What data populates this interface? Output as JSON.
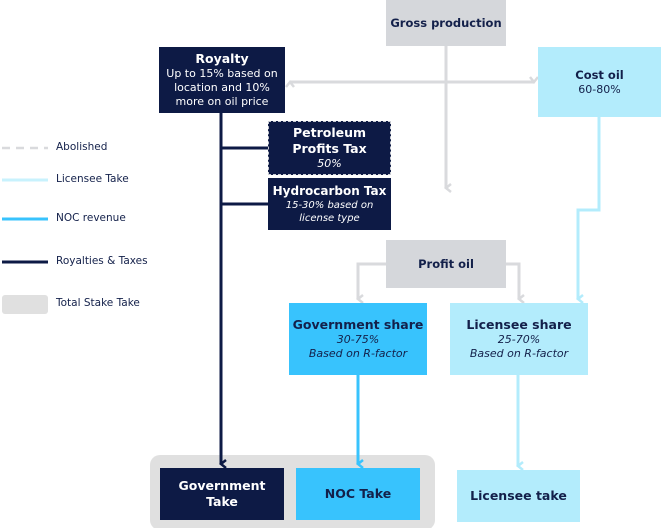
{
  "legend": {
    "abolished": "Abolished",
    "licensee_take": "Licensee Take",
    "noc_revenue": "NOC revenue",
    "royalties_taxes": "Royalties & Taxes",
    "total_stake_take": "Total Stake Take"
  },
  "colors": {
    "navy": "#0d1a45",
    "noc": "#38c3fd",
    "licensee": "#b3ecfc",
    "gray": "#d5d7db",
    "stake": "#e0e0e0"
  },
  "nodes": {
    "gross": {
      "title": "Gross production"
    },
    "royalty": {
      "title": "Royalty",
      "detail": "Up to 15% based on location and 10% more on oil price"
    },
    "cost_oil": {
      "title": "Cost oil",
      "detail": "60-80%"
    },
    "ppt": {
      "title": "Petroleum Profits Tax",
      "detail": "50%"
    },
    "hct": {
      "title": "Hydrocarbon Tax",
      "detail": "15-30% based on license type"
    },
    "profit_oil": {
      "title": "Profit oil"
    },
    "gov_share": {
      "title": "Government share",
      "detail1": "30-75%",
      "detail2": "Based on R-factor"
    },
    "lic_share": {
      "title": "Licensee share",
      "detail1": "25-70%",
      "detail2": "Based on R-factor"
    },
    "gov_take": {
      "title": "Government Take"
    },
    "noc_take": {
      "title": "NOC Take"
    },
    "lic_take": {
      "title": "Licensee take"
    }
  }
}
